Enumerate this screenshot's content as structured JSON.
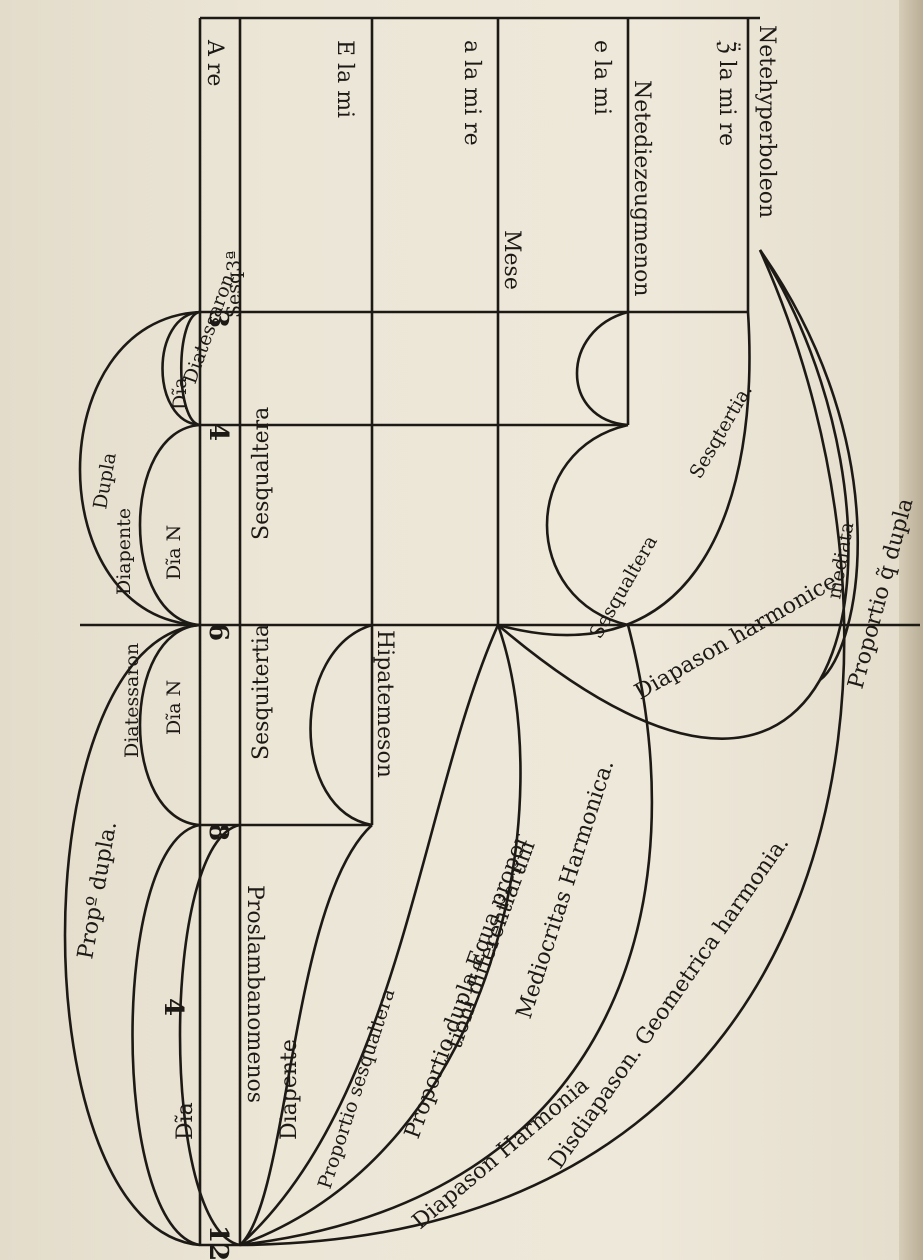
{
  "numbers": {
    "n3": "3",
    "n4": "4",
    "n6": "6",
    "n8": "8",
    "n12": "12",
    "n4_left": "4"
  },
  "note_names": {
    "a_re": "A re",
    "e_la_mi": "E la mi",
    "a_la_mi_re": "a la mi re",
    "e_la_mi_lower": "e la mi",
    "gg_la_mi_re": "ℨ̈ la mi re"
  },
  "tetrachords": {
    "nete_hyperboleon": "Netehyperboleon",
    "nete_diezeugmenon": "Netediezeugmenon",
    "mese": "Mese",
    "hypatemeson": "Hipatemeson",
    "proslambanomenos": "Proslambanomenos"
  },
  "ratios": {
    "sesquitertia_top": "Sesqtertia.",
    "sesquialtera_mid": "Sesqualtera",
    "sesquitertia_left": "Sesquitertia",
    "sesquialtera_left": "Sesqualtera",
    "sesq_short": "Sesq3ª",
    "proportio_sesq": "Proportio sesqualtera",
    "mediata": "mediata",
    "proportio_q_dupla": "Proportio q̃ dupla"
  },
  "intervals": {
    "diatessaron_top": "Diatessaron",
    "dia_top": "Dĩa -",
    "dupla_top": "Dupla",
    "diapente_mid": "Diapente",
    "dia_n_mid": "Dĩa N",
    "diatessaron_mid": "Diatessaron",
    "dia_n_mid2": "Dĩa N",
    "propo_dupla": "Propº dupla.",
    "dia_left": "Dĩa",
    "diapente_left": "Diapente",
    "diapason_harmonice": "Diapason harmonice",
    "diapason_harmonia": "Diapason Harmonia",
    "disdiapason": "Disdiapason. Geometrica harmonia.",
    "proportio_dupla_equa": "Proportio dupla Equa propor",
    "tioni_differentiarum": "tioni differentiarum",
    "mediocritas_harmonica": "Mediocritas Harmonica."
  },
  "colors": {
    "ink": "#1d1a16",
    "paper": "#ece6d7"
  }
}
